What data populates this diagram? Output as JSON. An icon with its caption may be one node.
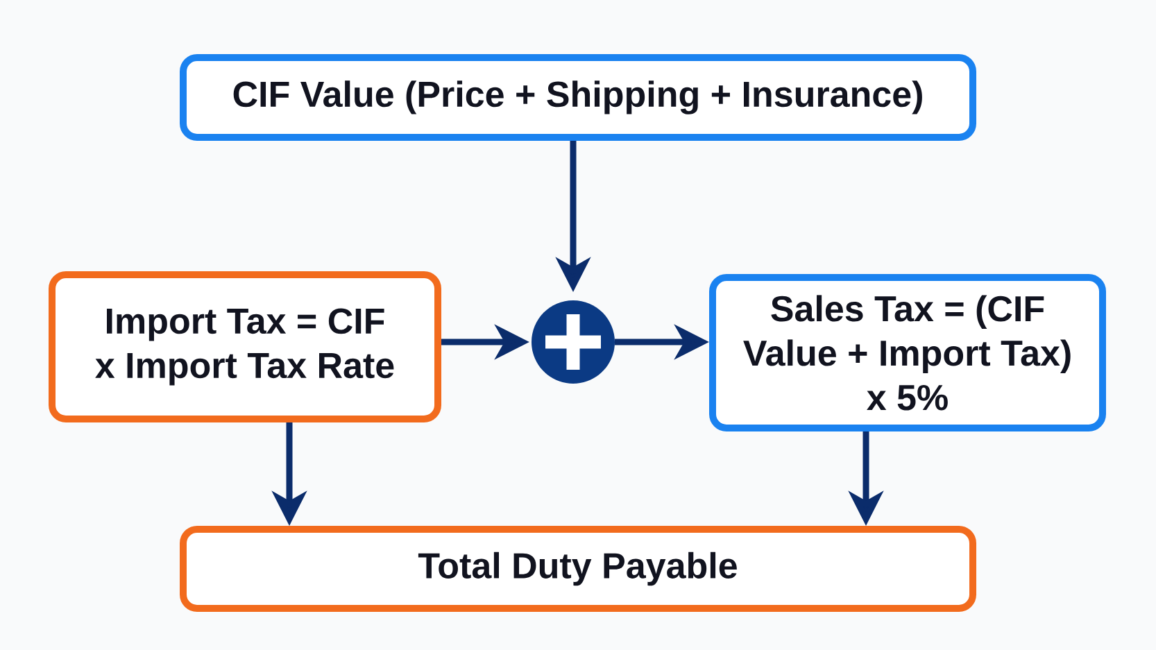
{
  "diagram": {
    "nodes": [
      {
        "text": [
          "CIF Value (Price + Shipping + Insurance)"
        ]
      },
      {
        "text": [
          "Import Tax = CIF x Import Tax Rate"
        ]
      },
      {
        "text": [],
        "shape": "circle"
      },
      {
        "text": [
          "Sales Tax = (CIF Value + Import Tax) x 5%"
        ]
      },
      {
        "text": [
          "Total Duty Payable"
        ]
      }
    ],
    "edges": [
      {
        "from": 0,
        "to": 2,
        "arrow": "to"
      },
      {
        "from": 1,
        "to": 2,
        "arrow": "to"
      },
      {
        "from": 2,
        "to": 3,
        "arrow": "to"
      },
      {
        "from": 1,
        "to": 4,
        "arrow": "to"
      },
      {
        "from": 3,
        "to": 4,
        "arrow": "to"
      }
    ]
  }
}
